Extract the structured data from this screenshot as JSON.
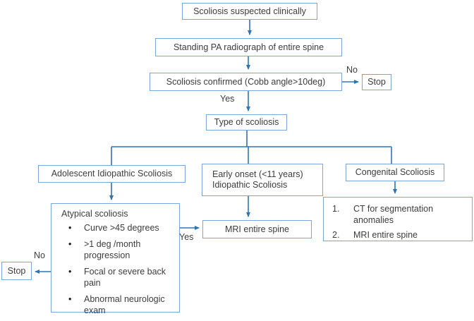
{
  "flowchart": {
    "boxes": {
      "suspected": "Scoliosis suspected clinically",
      "radiograph": "Standing PA radiograph of entire spine",
      "confirmed": "Scoliosis confirmed (Cobb angle>10deg)",
      "stop_top": "Stop",
      "type_of_scoliosis": "Type of scoliosis",
      "adolescent": "Adolescent Idiopathic Scoliosis",
      "early_onset": "Early onset (<11 years) Idiopathic Scoliosis",
      "congenital": "Congenital Scoliosis",
      "mri": "MRI entire spine",
      "stop_left": "Stop"
    },
    "atypical": {
      "title": "Atypical scoliosis",
      "bullet_char": "•",
      "bullets": [
        "Curve >45 degrees",
        ">1 deg /month progression",
        "Focal or severe back pain",
        "Abnormal neurologic exam"
      ]
    },
    "congenital_workup": [
      {
        "num": "1.",
        "text": "CT for segmentation anomalies"
      },
      {
        "num": "2.",
        "text": "MRI entire spine"
      }
    ],
    "edge_labels": {
      "no_top": "No",
      "yes_top": "Yes",
      "no_bottom": "No",
      "yes_bottom": "Yes"
    },
    "colors": {
      "box_border": "#7aa7d9",
      "connector": "#2e75b6",
      "text": "#3c3c3c"
    }
  }
}
